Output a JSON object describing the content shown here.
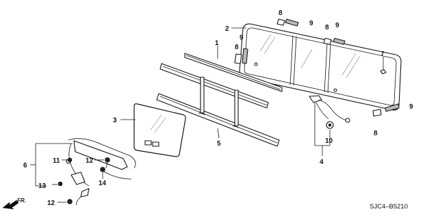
{
  "diagram": {
    "code": "SJC4–B5210",
    "direction_label": "FR.",
    "callouts": {
      "c1": "1",
      "c2": "2",
      "c3": "3",
      "c4": "4",
      "c5": "5",
      "c6": "6",
      "c7": "7",
      "c8a": "8",
      "c8b": "8",
      "c8c": "8",
      "c8d": "8",
      "c9a": "9",
      "c9b": "9",
      "c9c": "9",
      "c9d": "9",
      "c10": "10",
      "c11": "11",
      "c12a": "12",
      "c12b": "12",
      "c13": "13",
      "c14": "14"
    }
  }
}
